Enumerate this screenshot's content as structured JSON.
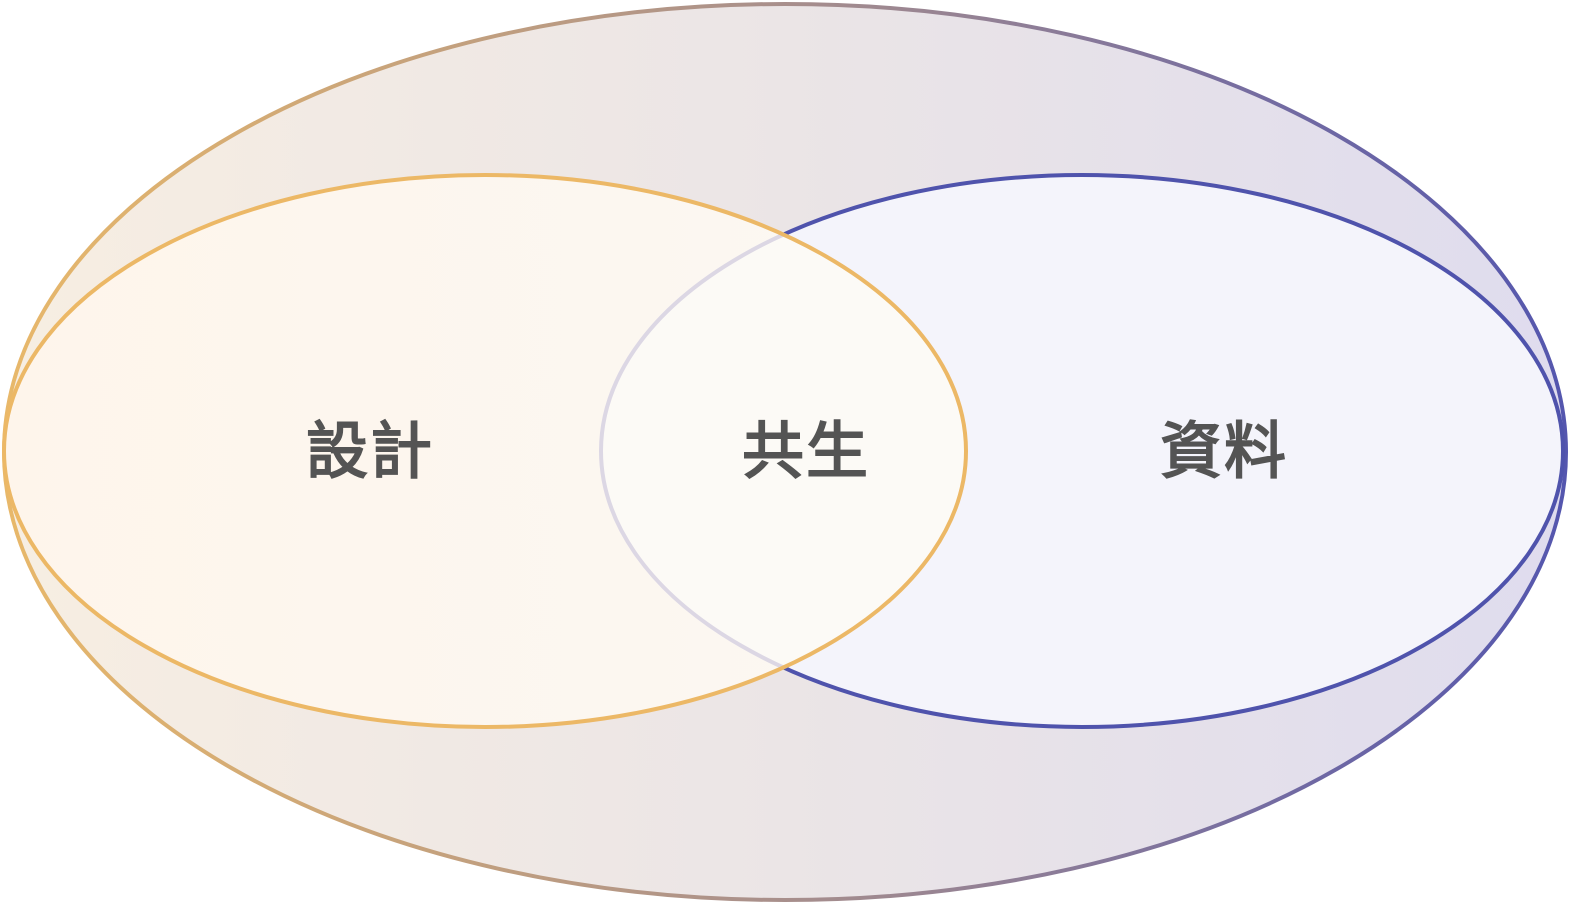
{
  "diagram": {
    "type": "venn",
    "sets": [
      {
        "id": "design",
        "label": "設計",
        "stroke_color": "#ecb866",
        "fill_color": "#fdf5ec"
      },
      {
        "id": "data",
        "label": "資料",
        "stroke_color": "#4f53ac",
        "fill_color": "#f4f4fb"
      }
    ],
    "intersection": {
      "label": "共生",
      "hidden_arc_color": "#dcd7e4"
    },
    "container": {
      "stroke_gradient": [
        "#e6b66c",
        "#a89090",
        "#5558b0"
      ],
      "fill_gradient": [
        "#f7eee3",
        "#eae4e6",
        "#e0def0"
      ]
    },
    "text_color": "#545454"
  }
}
